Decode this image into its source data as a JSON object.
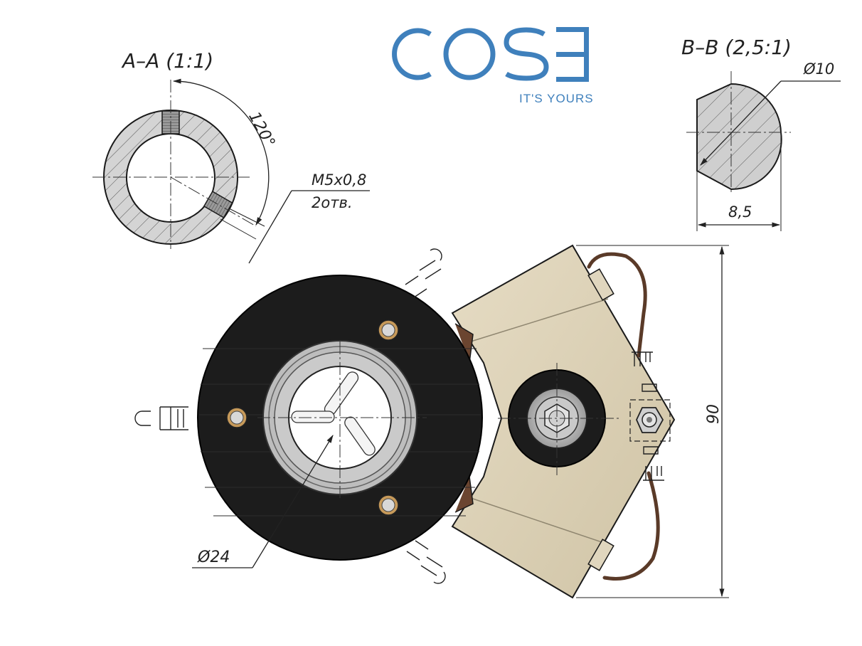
{
  "logo": {
    "letters": [
      "C",
      "O",
      "S",
      "E"
    ],
    "tagline": "IT'S YOURS",
    "color": "#3f80bc"
  },
  "section_aa": {
    "title": "A–A (1:1)",
    "angle_label": "120°",
    "thread_label": "M5x0,8",
    "holes_label": "2отв."
  },
  "section_bb": {
    "title": "B–B (2,5:1)",
    "diameter_label": "Ø10",
    "width_label": "8,5"
  },
  "main_view": {
    "diameter_label": "Ø24",
    "height_label": "90"
  },
  "colors": {
    "line": "#1a1a1a",
    "body_dark": "#1c1c1c",
    "bracket": "#ddd2b8",
    "wire": "#5a3a28",
    "metal": "#bdbdbd",
    "hatch_fill": "#d4d4d4"
  }
}
